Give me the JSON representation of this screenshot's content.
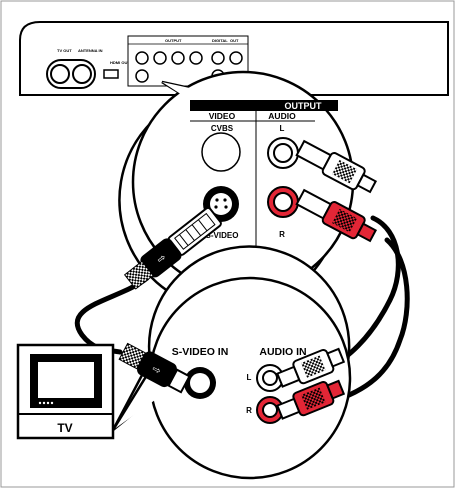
{
  "device_panel": {
    "small_label_1": "TV OUT",
    "small_label_2": "ANTENNA IN",
    "small_label_3": "HDMI OUT",
    "small_label_4": "OUTPUT",
    "small_label_5": "DIGITAL",
    "small_label_6": "OUT"
  },
  "zoom_top": {
    "output_header": "OUTPUT",
    "video_header": "VIDEO",
    "audio_header": "AUDIO",
    "cvbs_label": "CVBS",
    "svideo_label": "S-VIDEO",
    "left_label": "L",
    "right_label": "R"
  },
  "zoom_bottom": {
    "svideo_in_label": "S-VIDEO IN",
    "audio_in_label": "AUDIO IN",
    "left_label": "L",
    "right_label": "R"
  },
  "tv": {
    "label": "TV"
  },
  "colors": {
    "red_plug": "#e32636",
    "white_plug": "#ffffff",
    "outline": "#000000",
    "screen": "#000000"
  }
}
